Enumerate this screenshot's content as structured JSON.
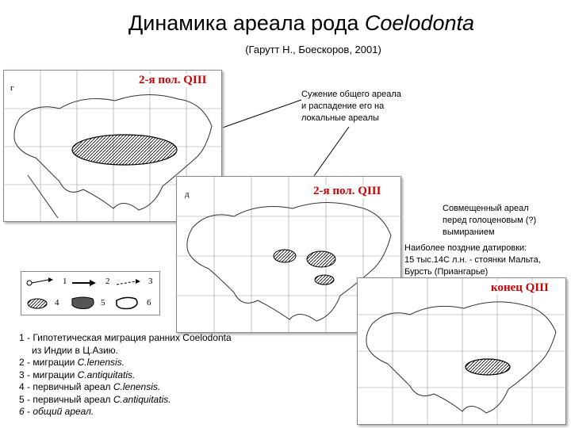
{
  "title": {
    "prefix": "Динамика ареала рода ",
    "genus": "Coelodonta"
  },
  "subtitle": "(Гарутт Н., Боескоров, 2001)",
  "maps": [
    {
      "letter": "г",
      "label": "2-я пол. QIII"
    },
    {
      "letter": "д",
      "label": "2-я пол. QIII"
    },
    {
      "letter": "",
      "label": "конец QIII"
    }
  ],
  "notes": {
    "narrowing": [
      "Сужение общего ареала",
      "и распадение его на",
      "локальные ареалы"
    ],
    "combined": [
      "Совмещенный ареал",
      "перед голоценовым (?)",
      "вымиранием"
    ],
    "dating": [
      "Наиболее поздние датировки:",
      "15 тыс.14С л.н. - стоянки Мальта,",
      "Бурсть (Приангарье)"
    ]
  },
  "legend_numbers": [
    "1",
    "2",
    "3",
    "4",
    "5",
    "6"
  ],
  "legend": [
    {
      "num": "1",
      "text": "Гипотетическая миграция ранних Coelodonta",
      "cont": "из Индии в Ц.Азию."
    },
    {
      "num": "2",
      "text": "миграции ",
      "species": "C.lenensis."
    },
    {
      "num": "3",
      "text": "миграции ",
      "species": "C.antiquitatis."
    },
    {
      "num": "4",
      "text": "первичный ареал ",
      "species": "C.lenensis."
    },
    {
      "num": "5",
      "text": "первичный ареал ",
      "species": "C.antiquitatis."
    },
    {
      "num": "6",
      "text": "общий ареал."
    }
  ]
}
